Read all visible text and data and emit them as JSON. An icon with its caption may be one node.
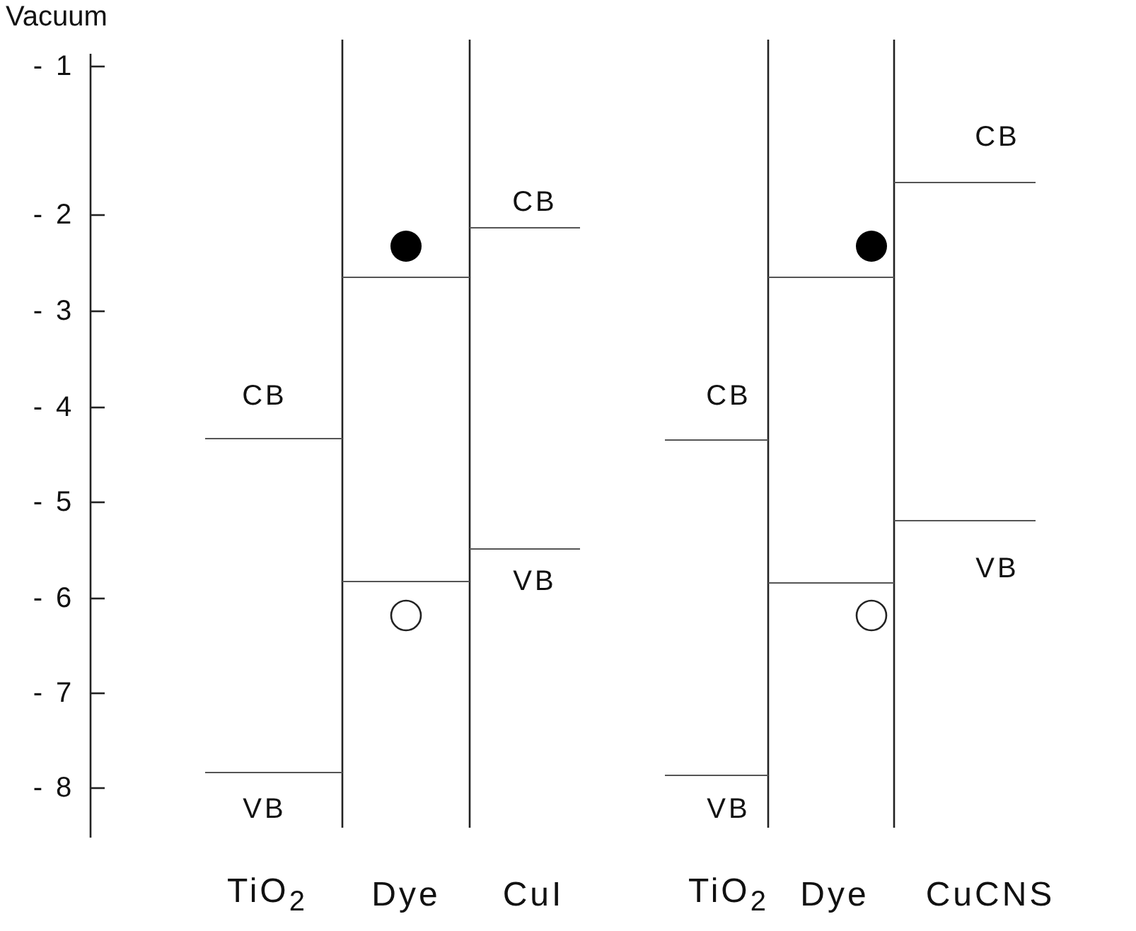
{
  "diagram": {
    "labels": [
      "Vacuum",
      "- 1",
      "CB",
      "- 2",
      "CB",
      "- 3",
      "- 4",
      "CB",
      "CB",
      "- 5",
      "VB",
      "- 6",
      "VB",
      "- 7",
      "- 8",
      "VB",
      "VB",
      "TiO$_{2}$",
      "Dye",
      "CuI",
      "TiO$_{2}$",
      "Dye",
      "CuCNS"
    ]
  }
}
